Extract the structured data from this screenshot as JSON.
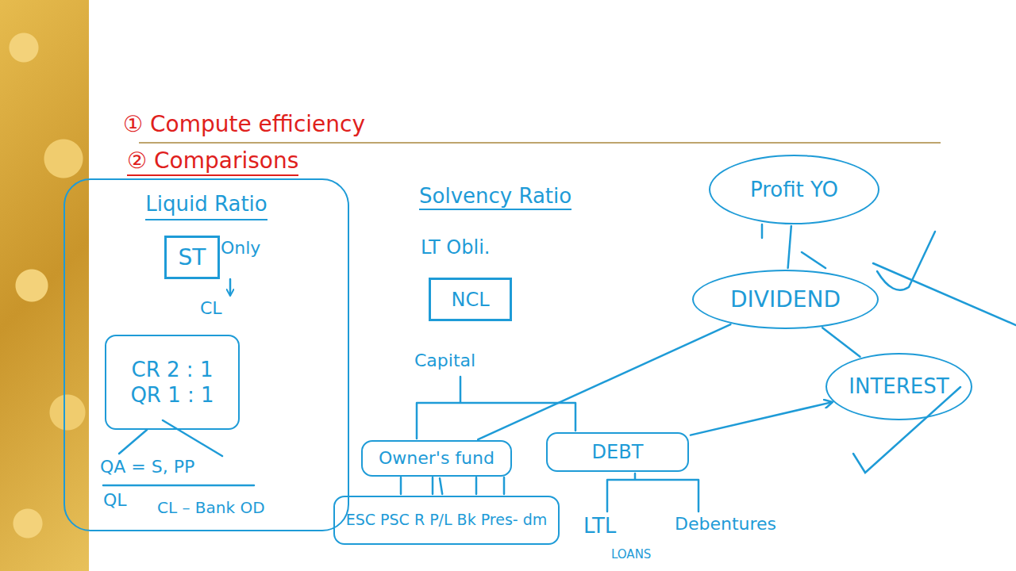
{
  "diagram": {
    "nodes": [
      {
        "text": [
          "Liquid Ratio"
        ]
      },
      {
        "text": [
          "ST"
        ],
        "in": 0
      },
      {
        "text": [
          "CR 2 : 1",
          "QR 1 : 1"
        ],
        "in": 0
      },
      {
        "text": [
          "NCL"
        ]
      },
      {
        "text": [
          "Owner's fund"
        ]
      },
      {
        "text": [
          "DEBT"
        ]
      },
      {
        "text": [
          "ESC PSC R P/L Bk Pres- dm"
        ]
      },
      {
        "text": [
          "Profit YO"
        ]
      },
      {
        "text": [
          "DIVIDEND"
        ]
      },
      {
        "text": [
          "INTEREST"
        ]
      }
    ],
    "edges": [
      {
        "from": 4,
        "to": 8,
        "arrow": "none"
      },
      {
        "from": 5,
        "to": 9,
        "arrow": "to"
      },
      {
        "from": 7,
        "to": 8,
        "arrow": "none"
      },
      {
        "from": 8,
        "to": 9,
        "arrow": "none"
      },
      {
        "from": 4,
        "to": 6,
        "arrow": "none"
      }
    ],
    "labels": [
      "① Compute efficiency",
      "② Comparisons",
      "Only",
      "CL",
      "QA = S, PP",
      "QL",
      "CL – Bank OD",
      "Solvency Ratio",
      "LT Obli.",
      "Capital",
      "LTL",
      "LOANS",
      "Debentures"
    ]
  }
}
